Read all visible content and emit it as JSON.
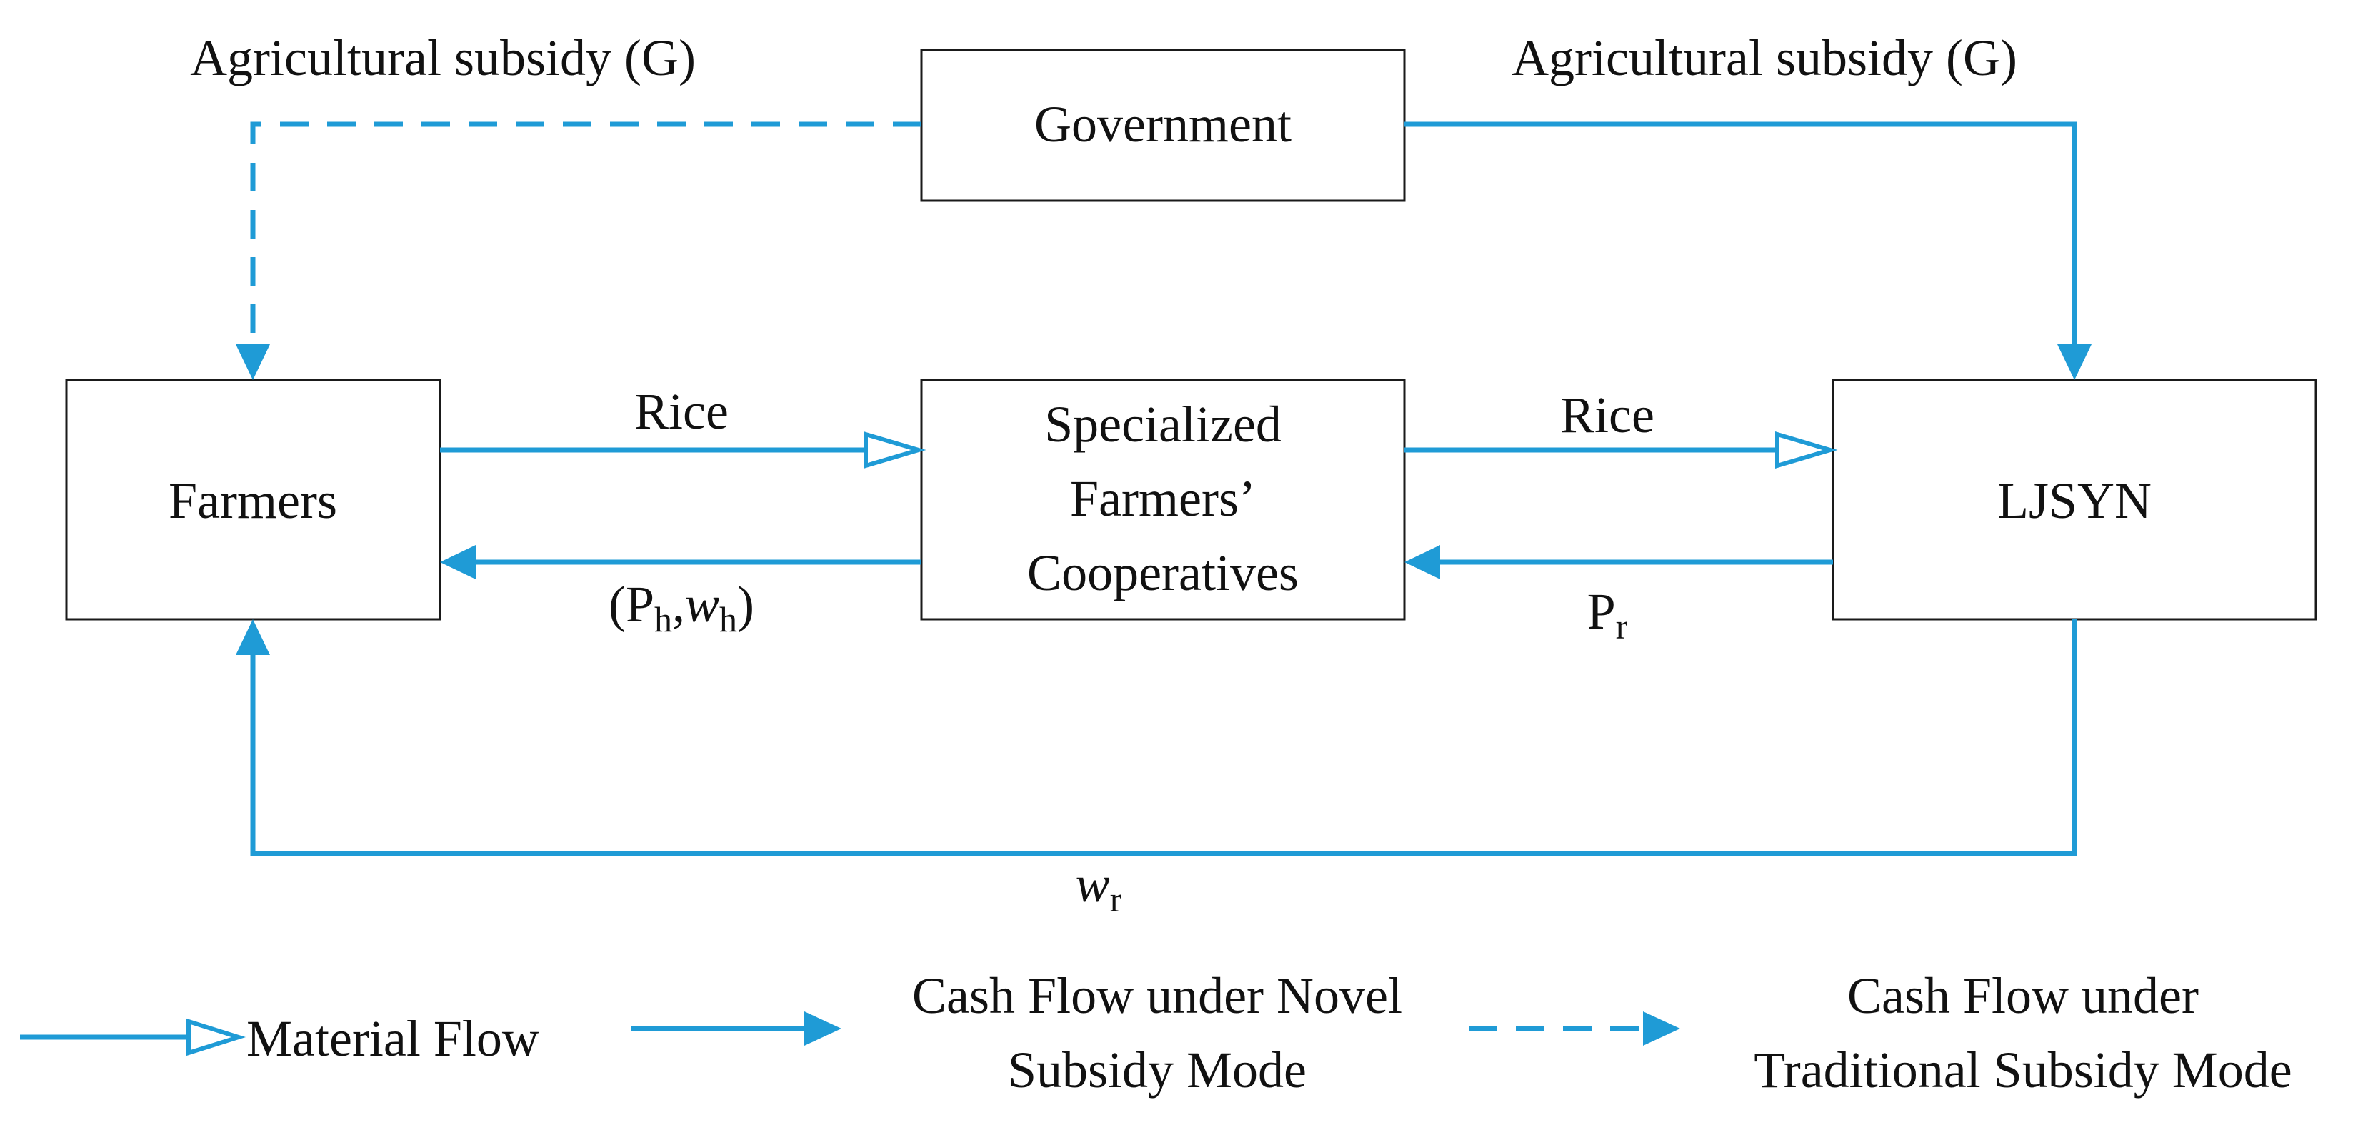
{
  "nodes": {
    "government": "Government",
    "farmers": "Farmers",
    "cooperatives": [
      "Specialized",
      "Farmers’",
      "Cooperatives"
    ],
    "ljsyn": "LJSYN"
  },
  "edges": {
    "subsidy_traditional": "Agricultural subsidy (G)",
    "subsidy_novel": "Agricultural subsidy (G)",
    "rice_to_coop": "Rice",
    "rice_to_ljsyn": "Rice",
    "coop_payment": {
      "open": "(P",
      "p_sub": "h",
      "comma": ",",
      "w": "w",
      "w_sub": "h",
      "close": ")"
    },
    "ljsyn_payment": {
      "main": "P",
      "sub": "r"
    },
    "ljsyn_to_farmers": {
      "main": "w",
      "sub": "r"
    }
  },
  "legend": {
    "material": "Material Flow",
    "novel": [
      "Cash Flow under Novel",
      "Subsidy Mode"
    ],
    "traditional": [
      "Cash Flow under",
      "Traditional Subsidy Mode"
    ]
  },
  "colors": {
    "flow": "#1f9bd6",
    "box_border": "#1a1a1a"
  }
}
